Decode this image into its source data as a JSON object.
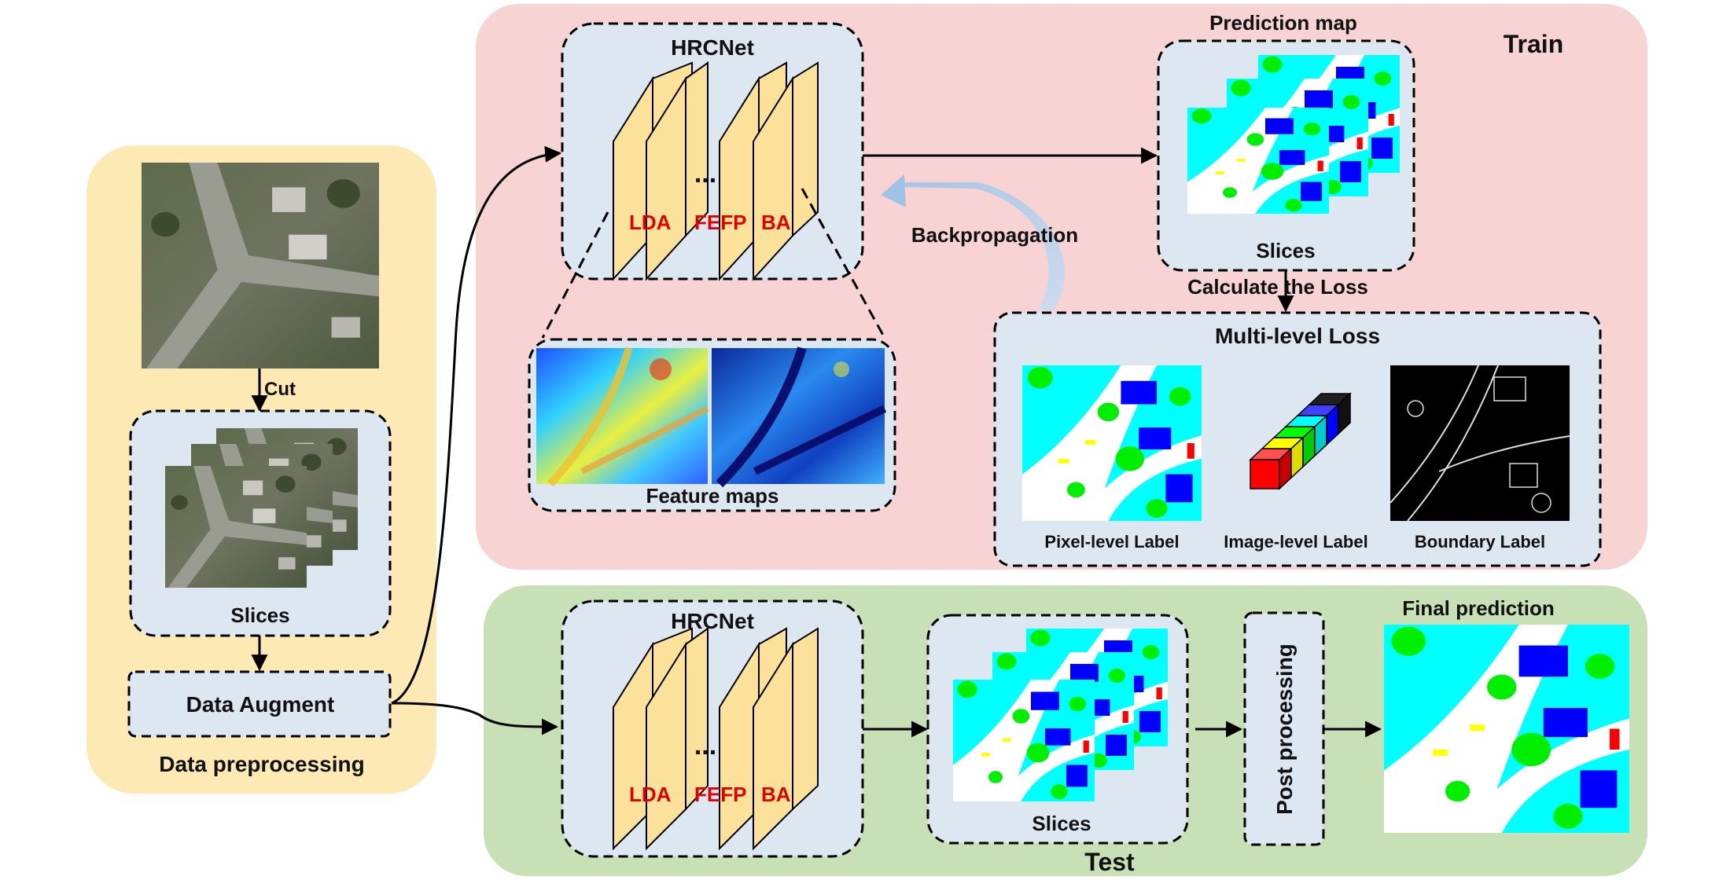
{
  "sections": {
    "train": "Train",
    "test": "Test",
    "preprocessing": "Data preprocessing"
  },
  "labels": {
    "cut": "Cut",
    "slices": "Slices",
    "data_augment": "Data Augment",
    "hrcnet": "HRCNet",
    "ellipsis": "...",
    "lda": "LDA",
    "fefp": "FEFP",
    "ba": "BA",
    "feature_maps": "Feature maps",
    "prediction_map": "Prediction map",
    "backpropagation": "Backpropagation",
    "calculate_loss": "Calculate the Loss",
    "multi_level_loss": "Multi-level Loss",
    "pixel_label": "Pixel-level Label",
    "image_label": "Image-level Label",
    "boundary_label": "Boundary Label",
    "post_processing": "Post processing",
    "final_prediction": "Final prediction"
  },
  "colors": {
    "train_bg": "#f7d3d3",
    "test_bg": "#c8e0b6",
    "prep_bg": "#fde9b3",
    "box_bg": "#dde7f2",
    "layer_fill": "#fbe19a",
    "seg_white": "#ffffff",
    "seg_cyan": "#00ffff",
    "seg_green": "#00ee00",
    "seg_blue": "#0000ff",
    "seg_yellow": "#ffff00",
    "seg_red": "#ff0000",
    "arrow_blue": "#9fc3e6"
  },
  "icons": [
    "aerial-image",
    "segmentation-map",
    "feature-heatmap",
    "boundary-map",
    "label-cube"
  ]
}
